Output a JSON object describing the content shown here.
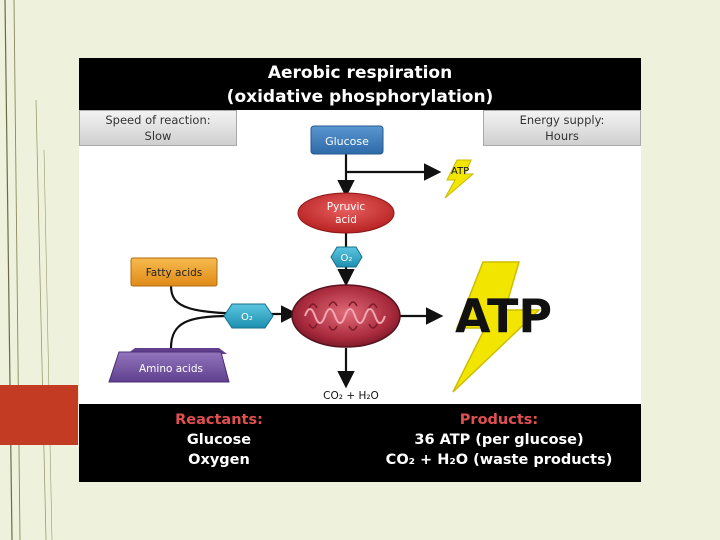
{
  "title": {
    "line1": "Aerobic respiration",
    "line2": "(oxidative phosphorylation)"
  },
  "speed": {
    "label": "Speed of reaction:",
    "value": "Slow"
  },
  "energy": {
    "label": "Energy supply:",
    "value": "Hours"
  },
  "nodes": {
    "glucose": "Glucose",
    "pyruvic_line1": "Pyruvic",
    "pyruvic_line2": "acid",
    "fatty_acids": "Fatty acids",
    "amino_acids": "Amino acids",
    "o2_top": "O₂",
    "o2_left": "O₂",
    "atp_small": "ATP",
    "atp_big": "ATP",
    "output": "CO₂ + H₂O"
  },
  "reactants": {
    "header": "Reactants:",
    "items": [
      "Glucose",
      "Oxygen"
    ]
  },
  "products": {
    "header": "Products:",
    "items": [
      "36 ATP (per glucose)",
      "CO₂ + H₂O (waste products)"
    ]
  },
  "colors": {
    "background": "#eef2dc",
    "accent_red": "#c23b22",
    "glucose_blue": "#3f7fbf",
    "pyruvic_red": "#cc3333",
    "fatty_orange": "#f0a030",
    "amino_purple": "#7b5aa6",
    "o2_cyan": "#2aa9c9",
    "atp_yellow": "#f2e600",
    "header_red": "#e05050"
  }
}
